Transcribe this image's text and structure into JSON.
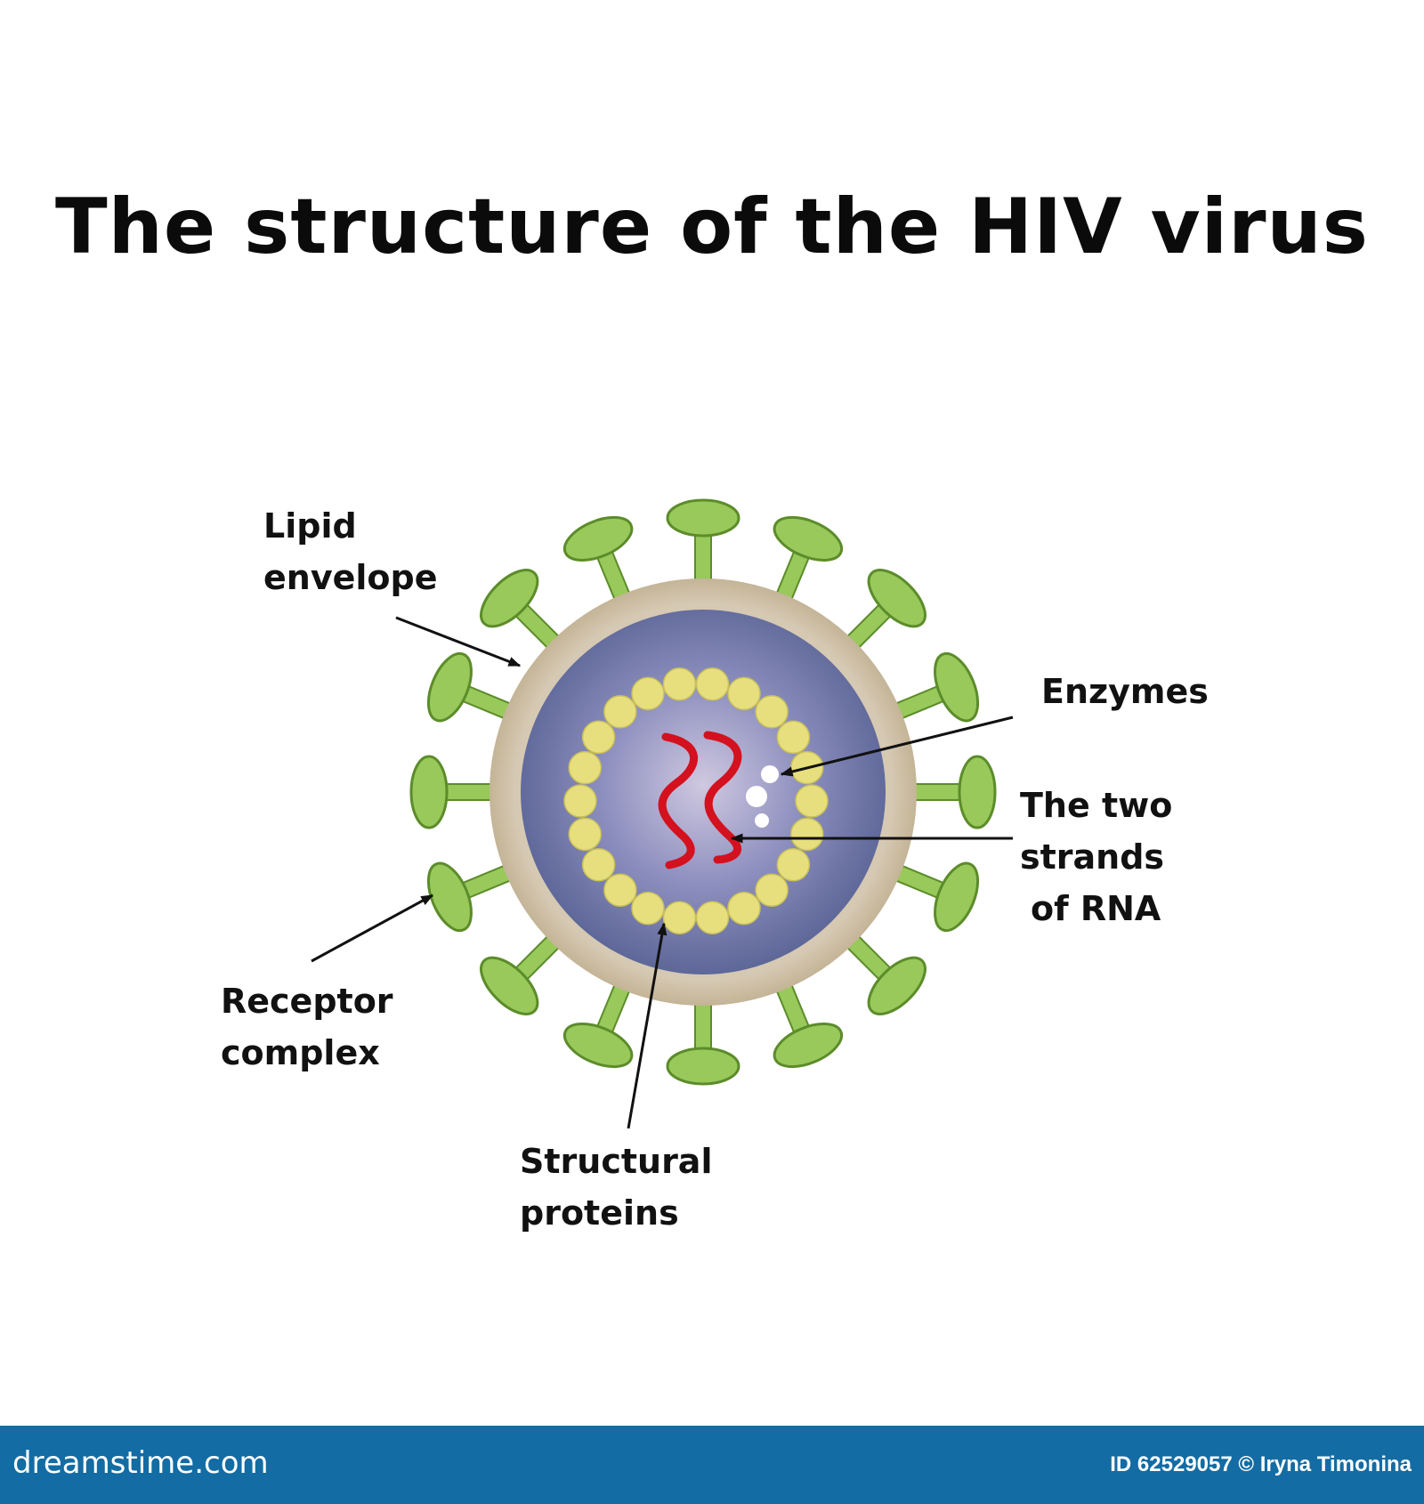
{
  "title": "The structure of the HIV virus",
  "labels": {
    "lipid_envelope": [
      "Lipid",
      "envelope"
    ],
    "enzymes": [
      "Enzymes"
    ],
    "rna": [
      "The two",
      "strands",
      "of RNA"
    ],
    "receptor": [
      "Receptor",
      "complex"
    ],
    "structural": [
      "Structural",
      "proteins"
    ]
  },
  "footer": {
    "brand": "dreamstime.com",
    "credit": "ID 62529057 © Iryna Timonina"
  },
  "colors": {
    "spike_fill": "#98c95a",
    "spike_stroke": "#5c8c2a",
    "envelope": "#d8cbb6",
    "capsid_core": "#5c6696",
    "structural_protein": "#e7df7d",
    "rna": "#d4111e",
    "footer": "#136ca3"
  }
}
